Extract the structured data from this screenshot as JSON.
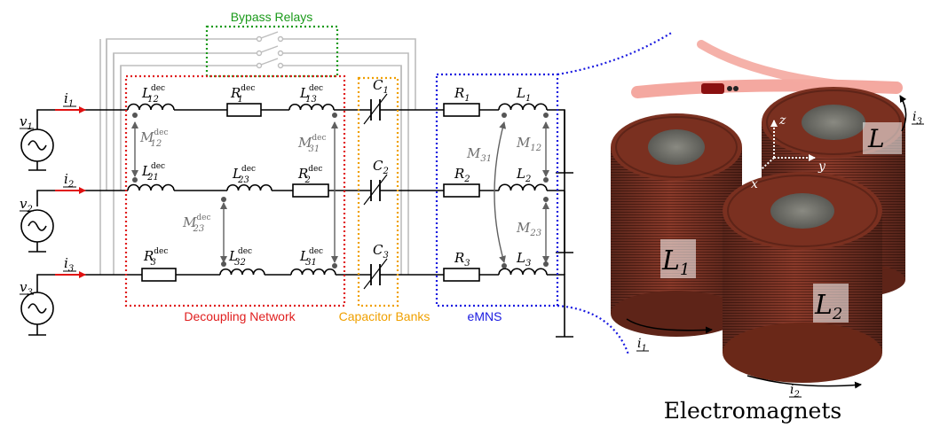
{
  "groups": {
    "bypass": {
      "label": "Bypass Relays",
      "color": "#1a9a1a"
    },
    "decoupling": {
      "label": "Decoupling Network",
      "color": "#e01e1e"
    },
    "capacitors": {
      "label": "Capacitor Banks",
      "color": "#f0a000"
    },
    "emns": {
      "label": "eMNS",
      "color": "#1a1ae0"
    }
  },
  "sources": [
    {
      "v": "v",
      "idx": "1",
      "i": "i",
      "iidx": "1"
    },
    {
      "v": "v",
      "idx": "2",
      "i": "i",
      "iidx": "2"
    },
    {
      "v": "v",
      "idx": "3",
      "i": "i",
      "iidx": "3"
    }
  ],
  "decoupling": {
    "row1": [
      {
        "b": "L",
        "sub": "12",
        "sup": "dec"
      },
      {
        "b": "R",
        "sub": "1",
        "sup": "dec"
      },
      {
        "b": "L",
        "sub": "13",
        "sup": "dec"
      }
    ],
    "row2": [
      {
        "b": "L",
        "sub": "21",
        "sup": "dec"
      },
      {
        "b": "L",
        "sub": "23",
        "sup": "dec"
      },
      {
        "b": "R",
        "sub": "2",
        "sup": "dec"
      }
    ],
    "row3": [
      {
        "b": "R",
        "sub": "3",
        "sup": "dec"
      },
      {
        "b": "L",
        "sub": "32",
        "sup": "dec"
      },
      {
        "b": "L",
        "sub": "31",
        "sup": "dec"
      }
    ],
    "mutual": [
      {
        "b": "M",
        "sub": "12",
        "sup": "dec"
      },
      {
        "b": "M",
        "sub": "31",
        "sup": "dec"
      },
      {
        "b": "M",
        "sub": "23",
        "sup": "dec"
      }
    ]
  },
  "capacitors": [
    {
      "b": "C",
      "sub": "1"
    },
    {
      "b": "C",
      "sub": "2"
    },
    {
      "b": "C",
      "sub": "3"
    }
  ],
  "emns": {
    "resistors": [
      {
        "b": "R",
        "sub": "1"
      },
      {
        "b": "R",
        "sub": "2"
      },
      {
        "b": "R",
        "sub": "3"
      }
    ],
    "inductors": [
      {
        "b": "L",
        "sub": "1"
      },
      {
        "b": "L",
        "sub": "2"
      },
      {
        "b": "L",
        "sub": "3"
      }
    ],
    "mutual": [
      {
        "b": "M",
        "sub": "31"
      },
      {
        "b": "M",
        "sub": "12"
      },
      {
        "b": "M",
        "sub": "23"
      }
    ]
  },
  "magnets": {
    "caption": "Electromagnets",
    "coils": [
      {
        "b": "L",
        "sub": "1"
      },
      {
        "b": "L",
        "sub": "2"
      },
      {
        "b": "L",
        "sub": ""
      }
    ],
    "axes": [
      "x",
      "y",
      "z"
    ],
    "currents": [
      {
        "b": "i",
        "sub": "1"
      },
      {
        "b": "i",
        "sub": "2"
      },
      {
        "b": "i",
        "sub": "3"
      }
    ]
  }
}
